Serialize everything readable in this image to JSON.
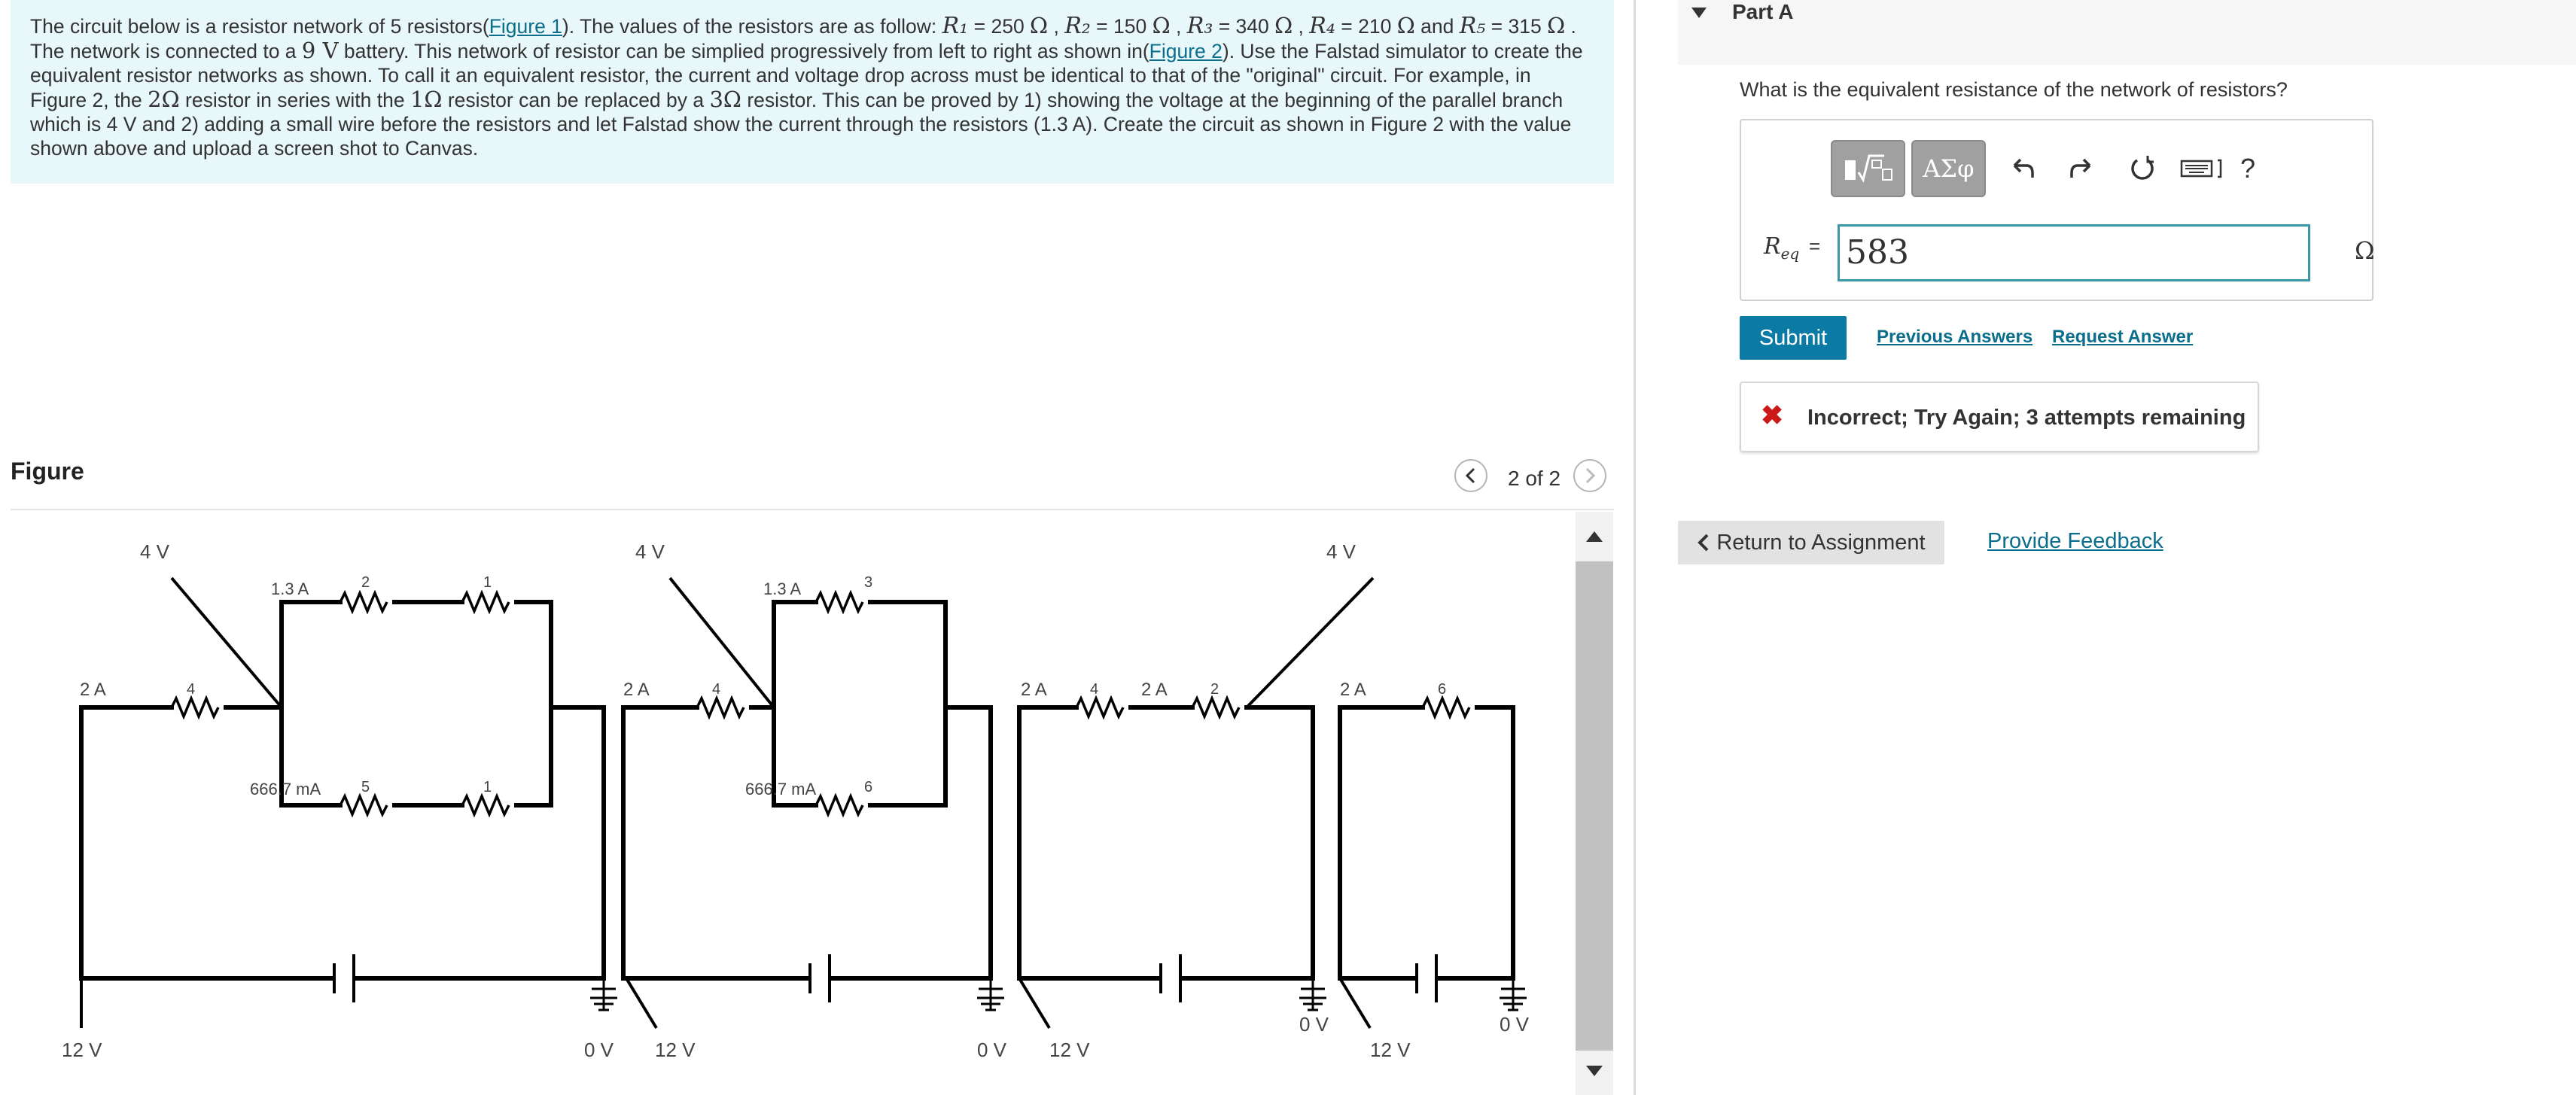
{
  "problem": {
    "s1": "The circuit below is a resistor network of 5 resistors(",
    "figure1_link": "Figure 1",
    "s2": "). The values of the resistors are as follow: ",
    "r1_sym": "R₁",
    "r1_val": " = 250 ",
    "ohm": "Ω",
    "r2_sym": "R₂",
    "r2_val": " = 150 ",
    "r3_sym": "R₃",
    "r3_val": " = 340 ",
    "r4_sym": "R₄",
    "r4_val": " = 210 ",
    "and": " and ",
    "r5_sym": "R₅",
    "r5_val": " = 315 ",
    "s3": " . The network is connected to a ",
    "battery": "9 V",
    "s4": " battery. This network of resistor can be simplied progressively from left to right as shown in(",
    "figure2_link": "Figure 2",
    "s5": "). Use the Falstad simulator to create the equivalent resistor networks as shown. To call it an equivalent resistor, the current and voltage drop across must be identical to that of the \"original\" circuit. For example, in Figure 2, the ",
    "two_ohm": "2Ω",
    "s6": " resistor in series with the ",
    "one_ohm": "1Ω",
    "s7": " resistor can be replaced by a ",
    "three_ohm": "3Ω",
    "s8": " resistor. This can be proved by 1) showing the voltage at the beginning of the parallel branch which is 4 V and 2) adding a small wire before the resistors and let Falstad show the current through the resistors (1.3 A). Create the circuit as shown in Figure 2 with the value shown above and upload a screen shot to Canvas."
  },
  "figure": {
    "heading": "Figure",
    "counter": "2 of 2"
  },
  "circuit": {
    "labels": {
      "v4": "4 V",
      "i13": "1.3 A",
      "i2": "2 A",
      "i667": "666.7 mA",
      "v12": "12 V",
      "v0": "0 V",
      "r1": "1",
      "r2": "2",
      "r3": "3",
      "r4": "4",
      "r5": "5",
      "r6": "6"
    }
  },
  "part": {
    "label": "Part A",
    "question": "What is the equivalent resistance of the network of resistors?",
    "toolbar_greek": "ΑΣφ",
    "help": "?",
    "var_label": "R",
    "var_sub": "eq",
    "equals": "=",
    "answer_value": "583",
    "unit": "Ω",
    "submit_label": "Submit",
    "previous_answers": "Previous Answers",
    "request_answer": "Request Answer",
    "feedback_icon": "✖",
    "feedback": "Incorrect; Try Again; 3 attempts remaining",
    "return_label": "Return to Assignment",
    "provide_feedback": "Provide Feedback"
  },
  "colors": {
    "accent": "#0b7aa5",
    "link": "#0b6e8c",
    "problem_bg": "#e8f7f9",
    "error": "#cc1818"
  }
}
